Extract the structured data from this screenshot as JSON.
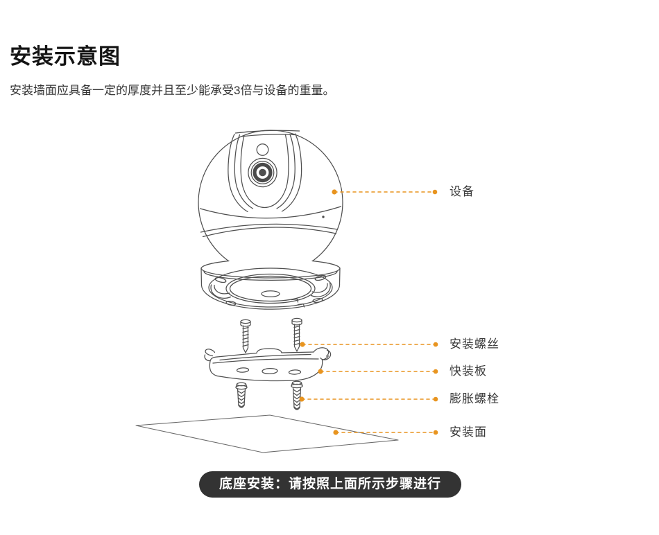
{
  "header": {
    "title": "安装示意图",
    "subtitle": "安装墙面应具备一定的厚度并且至少能承受3倍与设备的重量。"
  },
  "diagram": {
    "part_labels": [
      {
        "id": "device",
        "text": "设备"
      },
      {
        "id": "mounting-screws",
        "text": "安装螺丝"
      },
      {
        "id": "quick-mount-plate",
        "text": "快装板"
      },
      {
        "id": "expansion-bolts",
        "text": "膨胀螺栓"
      },
      {
        "id": "mounting-surface",
        "text": "安装面"
      }
    ]
  },
  "footer": {
    "note": "底座安装：请按照上面所示步骤进行"
  },
  "colors": {
    "accent": "#E8941F",
    "line": "#4F4F4F",
    "footer_bg": "#333333",
    "text": "#333333",
    "title": "#141414"
  }
}
